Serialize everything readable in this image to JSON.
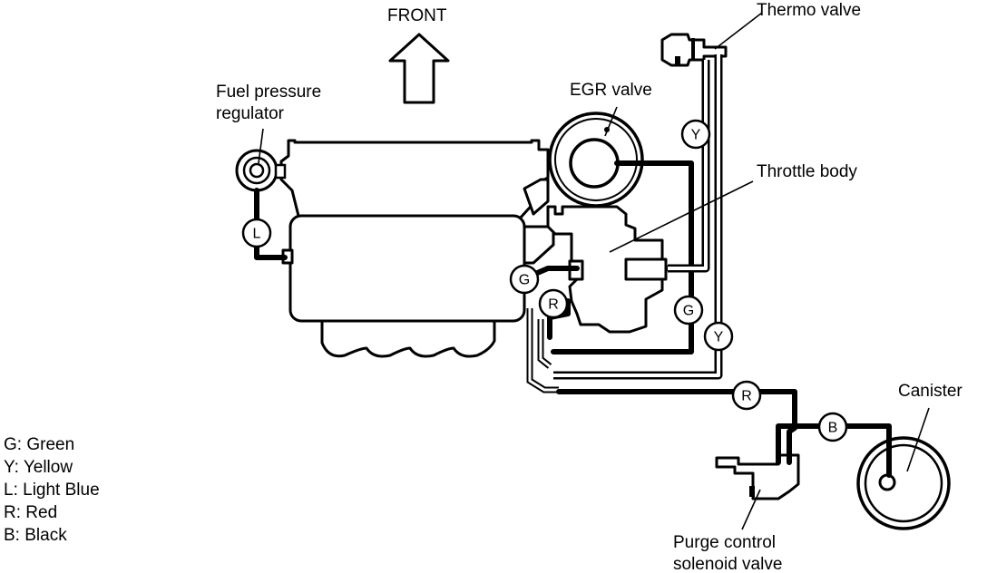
{
  "labels": {
    "front": "FRONT",
    "thermo_valve": "Thermo valve",
    "fuel_pressure_regulator_1": "Fuel pressure",
    "fuel_pressure_regulator_2": "regulator",
    "egr_valve": "EGR valve",
    "throttle_body": "Throttle body",
    "canister": "Canister",
    "purge_valve_1": "Purge control",
    "purge_valve_2": "solenoid valve"
  },
  "hose_tags": {
    "L": "L",
    "G_left": "G",
    "R_upper": "R",
    "Y_upper": "Y",
    "G_right": "G",
    "Y_lower": "Y",
    "R_lower": "R",
    "B": "B"
  },
  "legend": [
    "G: Green",
    "Y: Yellow",
    "L: Light Blue",
    "R: Red",
    "B: Black"
  ]
}
